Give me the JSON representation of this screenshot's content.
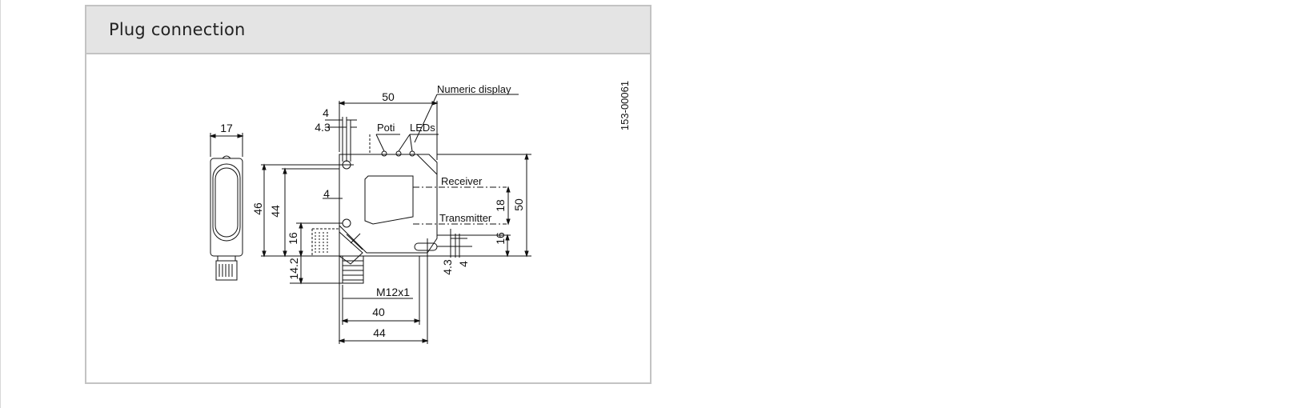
{
  "header": {
    "title": "Plug connection"
  },
  "drawing": {
    "figure_id": "153-00061",
    "labels": {
      "numeric_display": "Numeric display",
      "poti": "Poti",
      "leds": "LEDs",
      "receiver": "Receiver",
      "transmitter": "Transmitter",
      "thread": "M12x1"
    },
    "dimensions": {
      "top_width": "50",
      "side_width": "17",
      "hole_offset_a": "4",
      "hole_offset_b": "4.3",
      "left_offset": "4",
      "height_46": "46",
      "height_44": "44",
      "height_16_left": "16",
      "height_14_2": "14.2",
      "optics_18": "18",
      "height_50": "50",
      "height_16_right": "16",
      "bottom_4_3": "4.3",
      "bottom_4": "4",
      "width_40": "40",
      "width_44": "44"
    }
  }
}
